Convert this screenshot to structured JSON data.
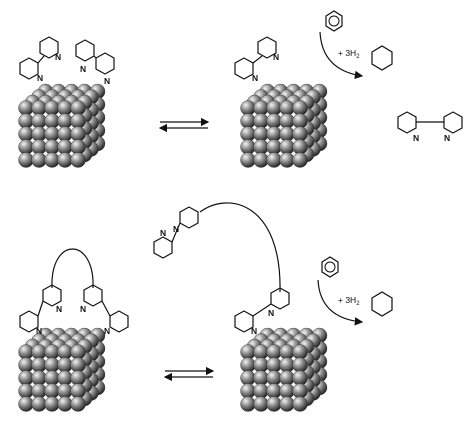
{
  "atoms": {
    "nitrogen": "N"
  },
  "reaction": {
    "coefficient": "+ 3H",
    "subscript": "2"
  },
  "arrows": {
    "equilibrium": "reversible-arrows"
  },
  "icons": [
    "benzene-icon",
    "cyclohexane-icon",
    "nanoparticle-cube",
    "bipyridine-icon",
    "tethered-bis-bipyridine-icon"
  ],
  "colors": {
    "sphere_light": "#f4f4f4",
    "sphere_mid": "#8a8a8a",
    "sphere_dark": "#1a1a1a",
    "line": "#111111"
  }
}
